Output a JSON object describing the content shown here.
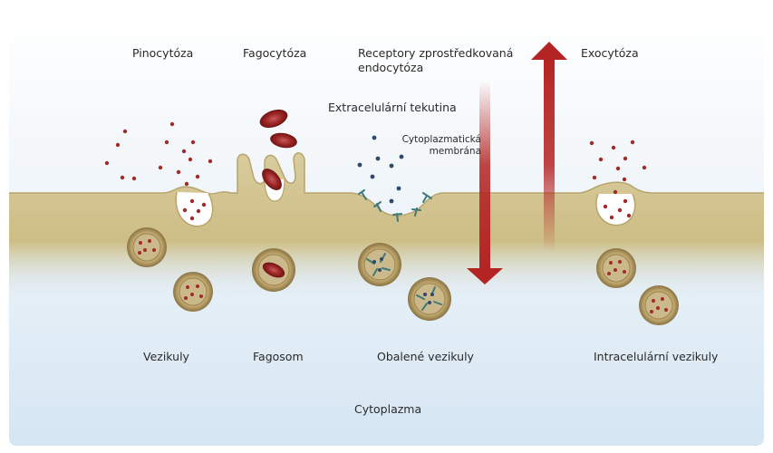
{
  "labels": {
    "pinocytosis": "Pinocytóza",
    "phagocytosis": "Fagocytóza",
    "receptor_endocytosis_line1": "Receptory zprostředkovaná",
    "receptor_endocytosis_line2": "endocytóza",
    "exocytosis": "Exocytóza",
    "extracellular_fluid": "Extracelulární tekutina",
    "cytoplasmic_membrane_line1": "Cytoplazmatická",
    "cytoplasmic_membrane_line2": "membrána",
    "vesicles": "Vezikuly",
    "phagosome": "Fagosom",
    "coated_vesicles": "Obalené vezikuly",
    "intracellular_vesicles": "Intracelulární vezikuly",
    "cytoplasm": "Cytoplazma"
  },
  "colors": {
    "membrane": "#d6c89a",
    "membrane_edge": "#b5a36a",
    "cytoplasm_top": "#e6eef4",
    "cytoplasm_bottom": "#d6e7f3",
    "particle_red": "#a12b2b",
    "particle_blue": "#2f4a6b",
    "receptor": "#3f7a7a",
    "arrow_red": "#b52424"
  }
}
